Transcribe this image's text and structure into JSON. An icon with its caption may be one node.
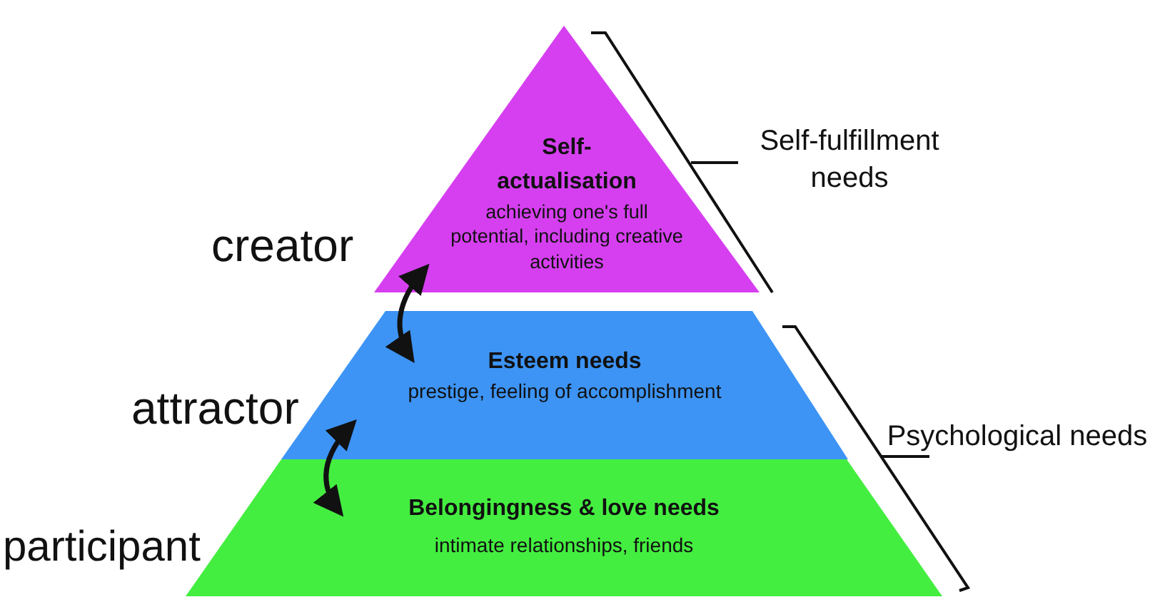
{
  "diagram": {
    "nodes": [
      {
        "text": [
          "Self-actualisation",
          "achieving one's full potential, including creative activities"
        ]
      },
      {
        "text": [
          "Esteem needs",
          "prestige, feeling of accomplishment"
        ]
      },
      {
        "text": [
          "Belongingness & love needs",
          "intimate relationships, friends"
        ]
      }
    ],
    "edges": [
      {
        "from": 0,
        "to": 1,
        "arrow": "both"
      },
      {
        "from": 1,
        "to": 2,
        "arrow": "both"
      }
    ],
    "labels": [
      "Self-fulfillment needs",
      "creator",
      "attractor",
      "Psychological needs",
      "participant"
    ]
  }
}
